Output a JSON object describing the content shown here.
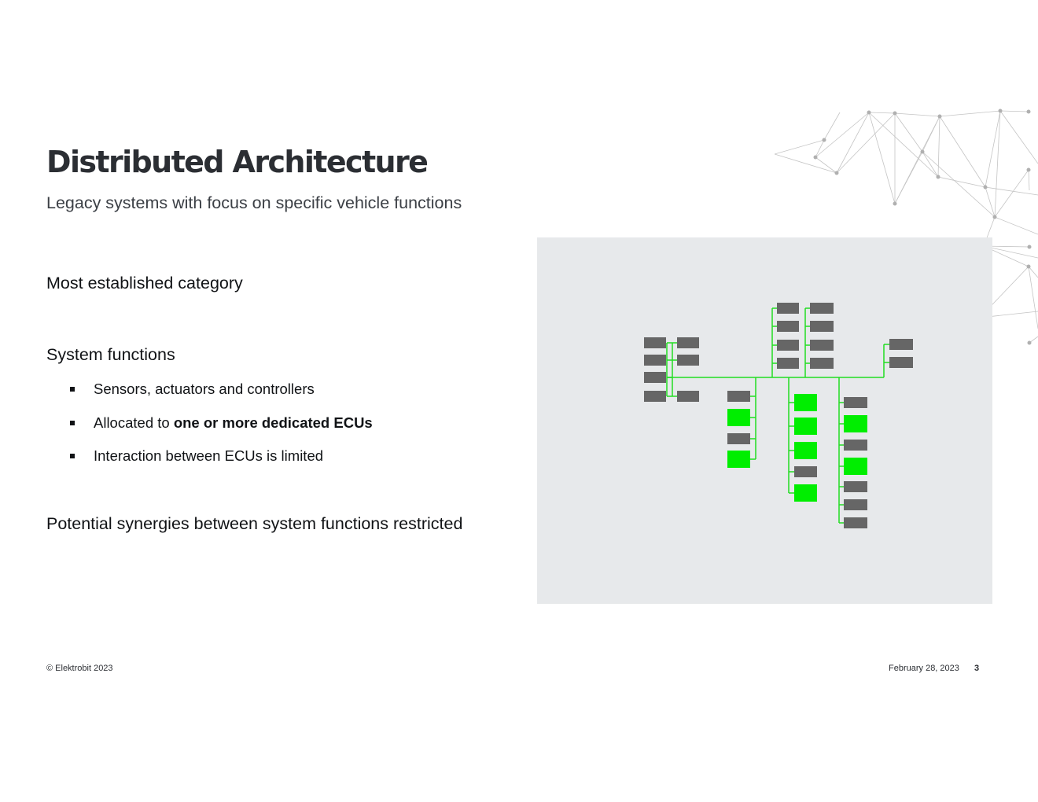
{
  "slide": {
    "title": "Distributed Architecture",
    "subtitle": "Legacy systems with focus on specific vehicle functions",
    "point_1": "Most established category",
    "point_2": "System functions",
    "bullets": [
      {
        "text": "Sensors, actuators and controllers"
      },
      {
        "text_plain": "Allocated to ",
        "text_bold": "one or more dedicated ECUs"
      },
      {
        "text": "Interaction between ECUs is limited"
      }
    ],
    "point_3": "Potential synergies between system functions restricted"
  },
  "footer": {
    "copyright": "© Elektrobit 2023",
    "date": "February 28, 2023",
    "page_number": "3"
  },
  "diagram": {
    "panel_color": "#e7e9eb",
    "ecu_color": "#666666",
    "highlight_color": "#00ee00",
    "bus_color": "#22dd22"
  }
}
